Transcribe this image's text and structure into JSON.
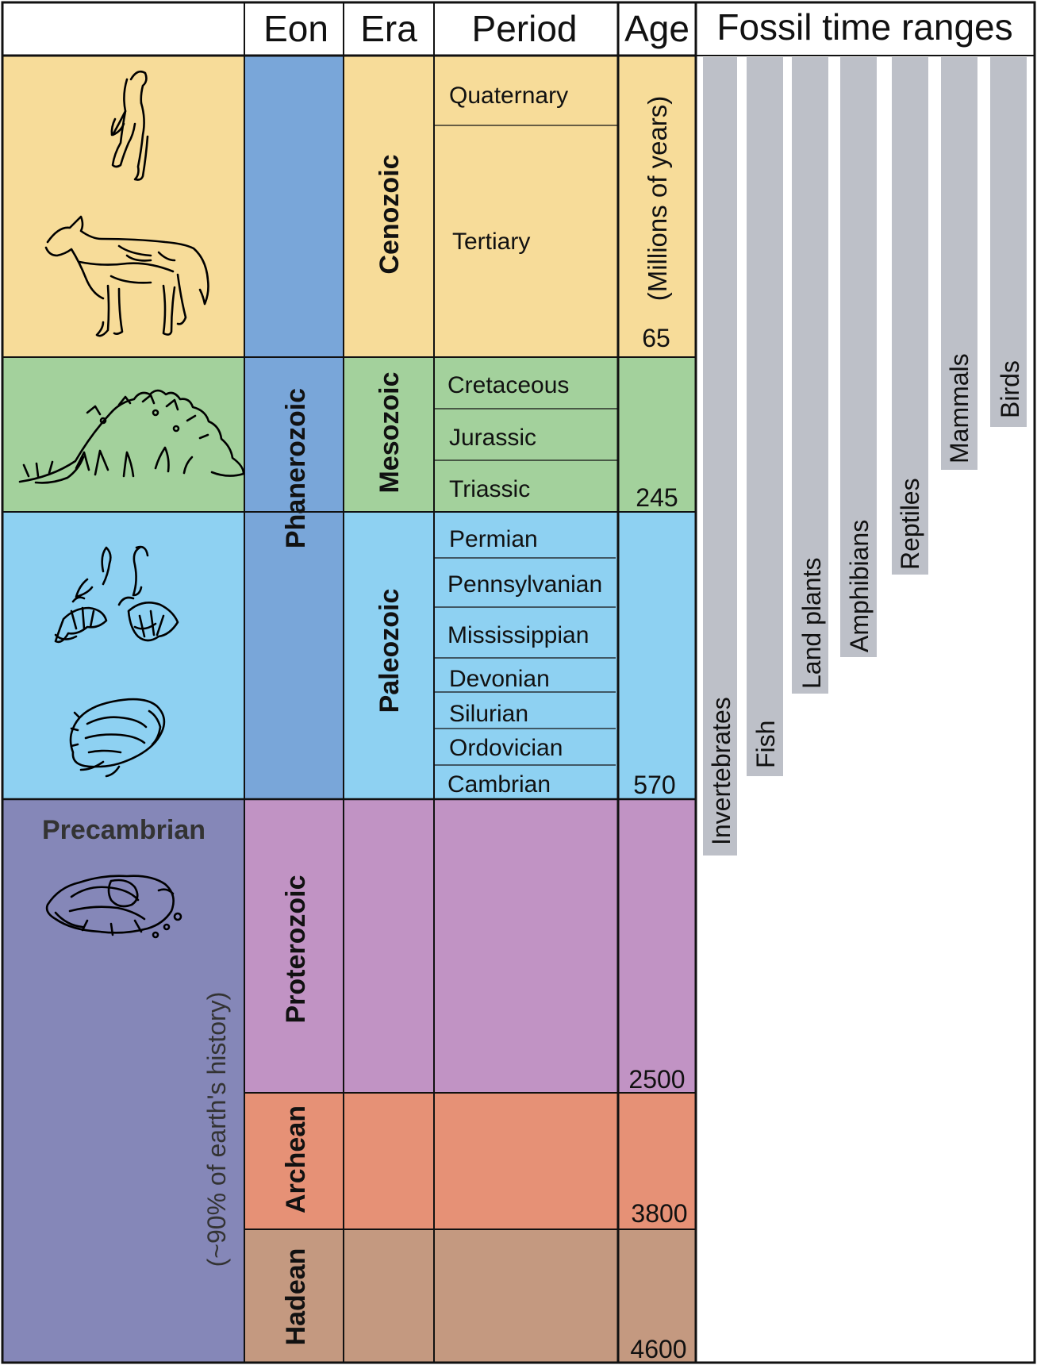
{
  "headers": {
    "eon": "Eon",
    "era": "Era",
    "period": "Period",
    "age": "Age",
    "fossil": "Fossil time ranges"
  },
  "age_units": "(Millions of years)",
  "precambrian": {
    "title": "Precambrian",
    "subtitle": "(~90% of earth's history)"
  },
  "eons": {
    "phanerozoic": "Phanerozoic",
    "proterozoic": "Proterozoic",
    "archean": "Archean",
    "hadean": "Hadean"
  },
  "eras": {
    "cenozoic": "Cenozoic",
    "mesozoic": "Mesozoic",
    "paleozoic": "Paleozoic"
  },
  "periods": {
    "quaternary": "Quaternary",
    "tertiary": "Tertiary",
    "cretaceous": "Cretaceous",
    "jurassic": "Jurassic",
    "triassic": "Triassic",
    "permian": "Permian",
    "pennsylvanian": "Pennsylvanian",
    "mississippian": "Mississippian",
    "devonian": "Devonian",
    "silurian": "Silurian",
    "ordovician": "Ordovician",
    "cambrian": "Cambrian"
  },
  "ages": {
    "a65": "65",
    "a245": "245",
    "a570": "570",
    "a2500": "2500",
    "a3800": "3800",
    "a4600": "4600"
  },
  "fossils": {
    "invertebrates": "Invertebrates",
    "fish": "Fish",
    "land_plants": "Land plants",
    "amphibians": "Amphibians",
    "reptiles": "Reptiles",
    "mammals": "Mammals",
    "birds": "Birds"
  },
  "colors": {
    "cenozoic": "#f7dc99",
    "mesozoic": "#a3d19c",
    "paleozoic": "#8ed1f2",
    "phanerozoic": "#79a6d9",
    "precambrian": "#8587b8",
    "proterozoic": "#c193c4",
    "archean": "#e69176",
    "hadean": "#c49980",
    "fossil_bar": "#bdc0c8"
  },
  "icons": [
    "human-sketch-icon",
    "horse-sketch-icon",
    "stegosaurus-sketch-icon",
    "crinoid-sketch-icon",
    "trilobite-sketch-icon",
    "stromatolite-sketch-icon"
  ]
}
